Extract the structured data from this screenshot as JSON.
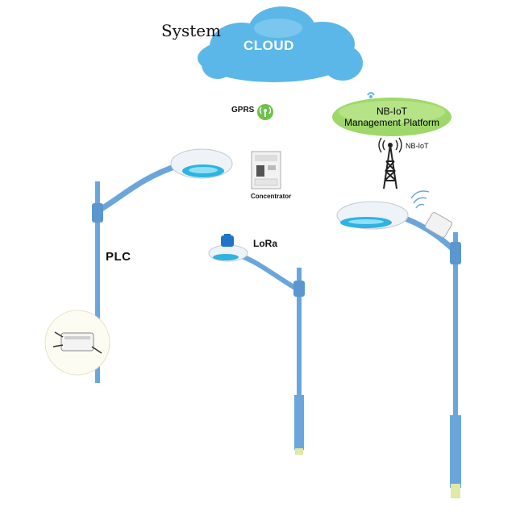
{
  "title": "System",
  "cloud": {
    "label": "CLOUD"
  },
  "gprs": {
    "label": "GPRS"
  },
  "concentrator": {
    "label": "Concentrator"
  },
  "nbiot_platform": {
    "line1": "NB-IoT",
    "line2": "Management Platform"
  },
  "nbiot_tower": {
    "label": "NB-IoT"
  },
  "plc": {
    "label": "PLC"
  },
  "lora": {
    "label": "LoRa"
  },
  "colors": {
    "cloud": "#5bb7e8",
    "pole": "#6aa6dc",
    "platform_green": "#9fd86a",
    "gprs_green": "#6cc24a",
    "tower": "#222222"
  }
}
